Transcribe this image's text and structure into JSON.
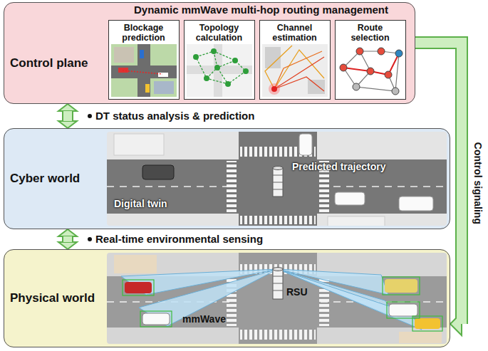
{
  "diagram": {
    "title": "Dynamic mmWave multi-hop routing management",
    "nodes": [
      {
        "text": [
          "Control plane"
        ]
      },
      {
        "text": [
          "Blockage prediction"
        ],
        "in": 0
      },
      {
        "text": [
          "Topology calculation"
        ],
        "in": 0
      },
      {
        "text": [
          "Channel estimation"
        ],
        "in": 0
      },
      {
        "text": [
          "Route selection"
        ],
        "in": 0
      },
      {
        "text": [
          "Cyber world"
        ]
      },
      {
        "text": [
          "Physical world"
        ]
      }
    ],
    "edges": [
      {
        "from": 0,
        "to": 5,
        "arrow": "both"
      },
      {
        "from": 5,
        "to": 6,
        "arrow": "both"
      },
      {
        "from": 0,
        "to": 6,
        "label": "Control signaling",
        "arrow": "to"
      }
    ],
    "labels": [
      "DT status analysis & prediction",
      "Predicted trajectory",
      "Digital twin",
      "Real-time environmental sensing",
      "mmWave",
      "RSU"
    ]
  }
}
